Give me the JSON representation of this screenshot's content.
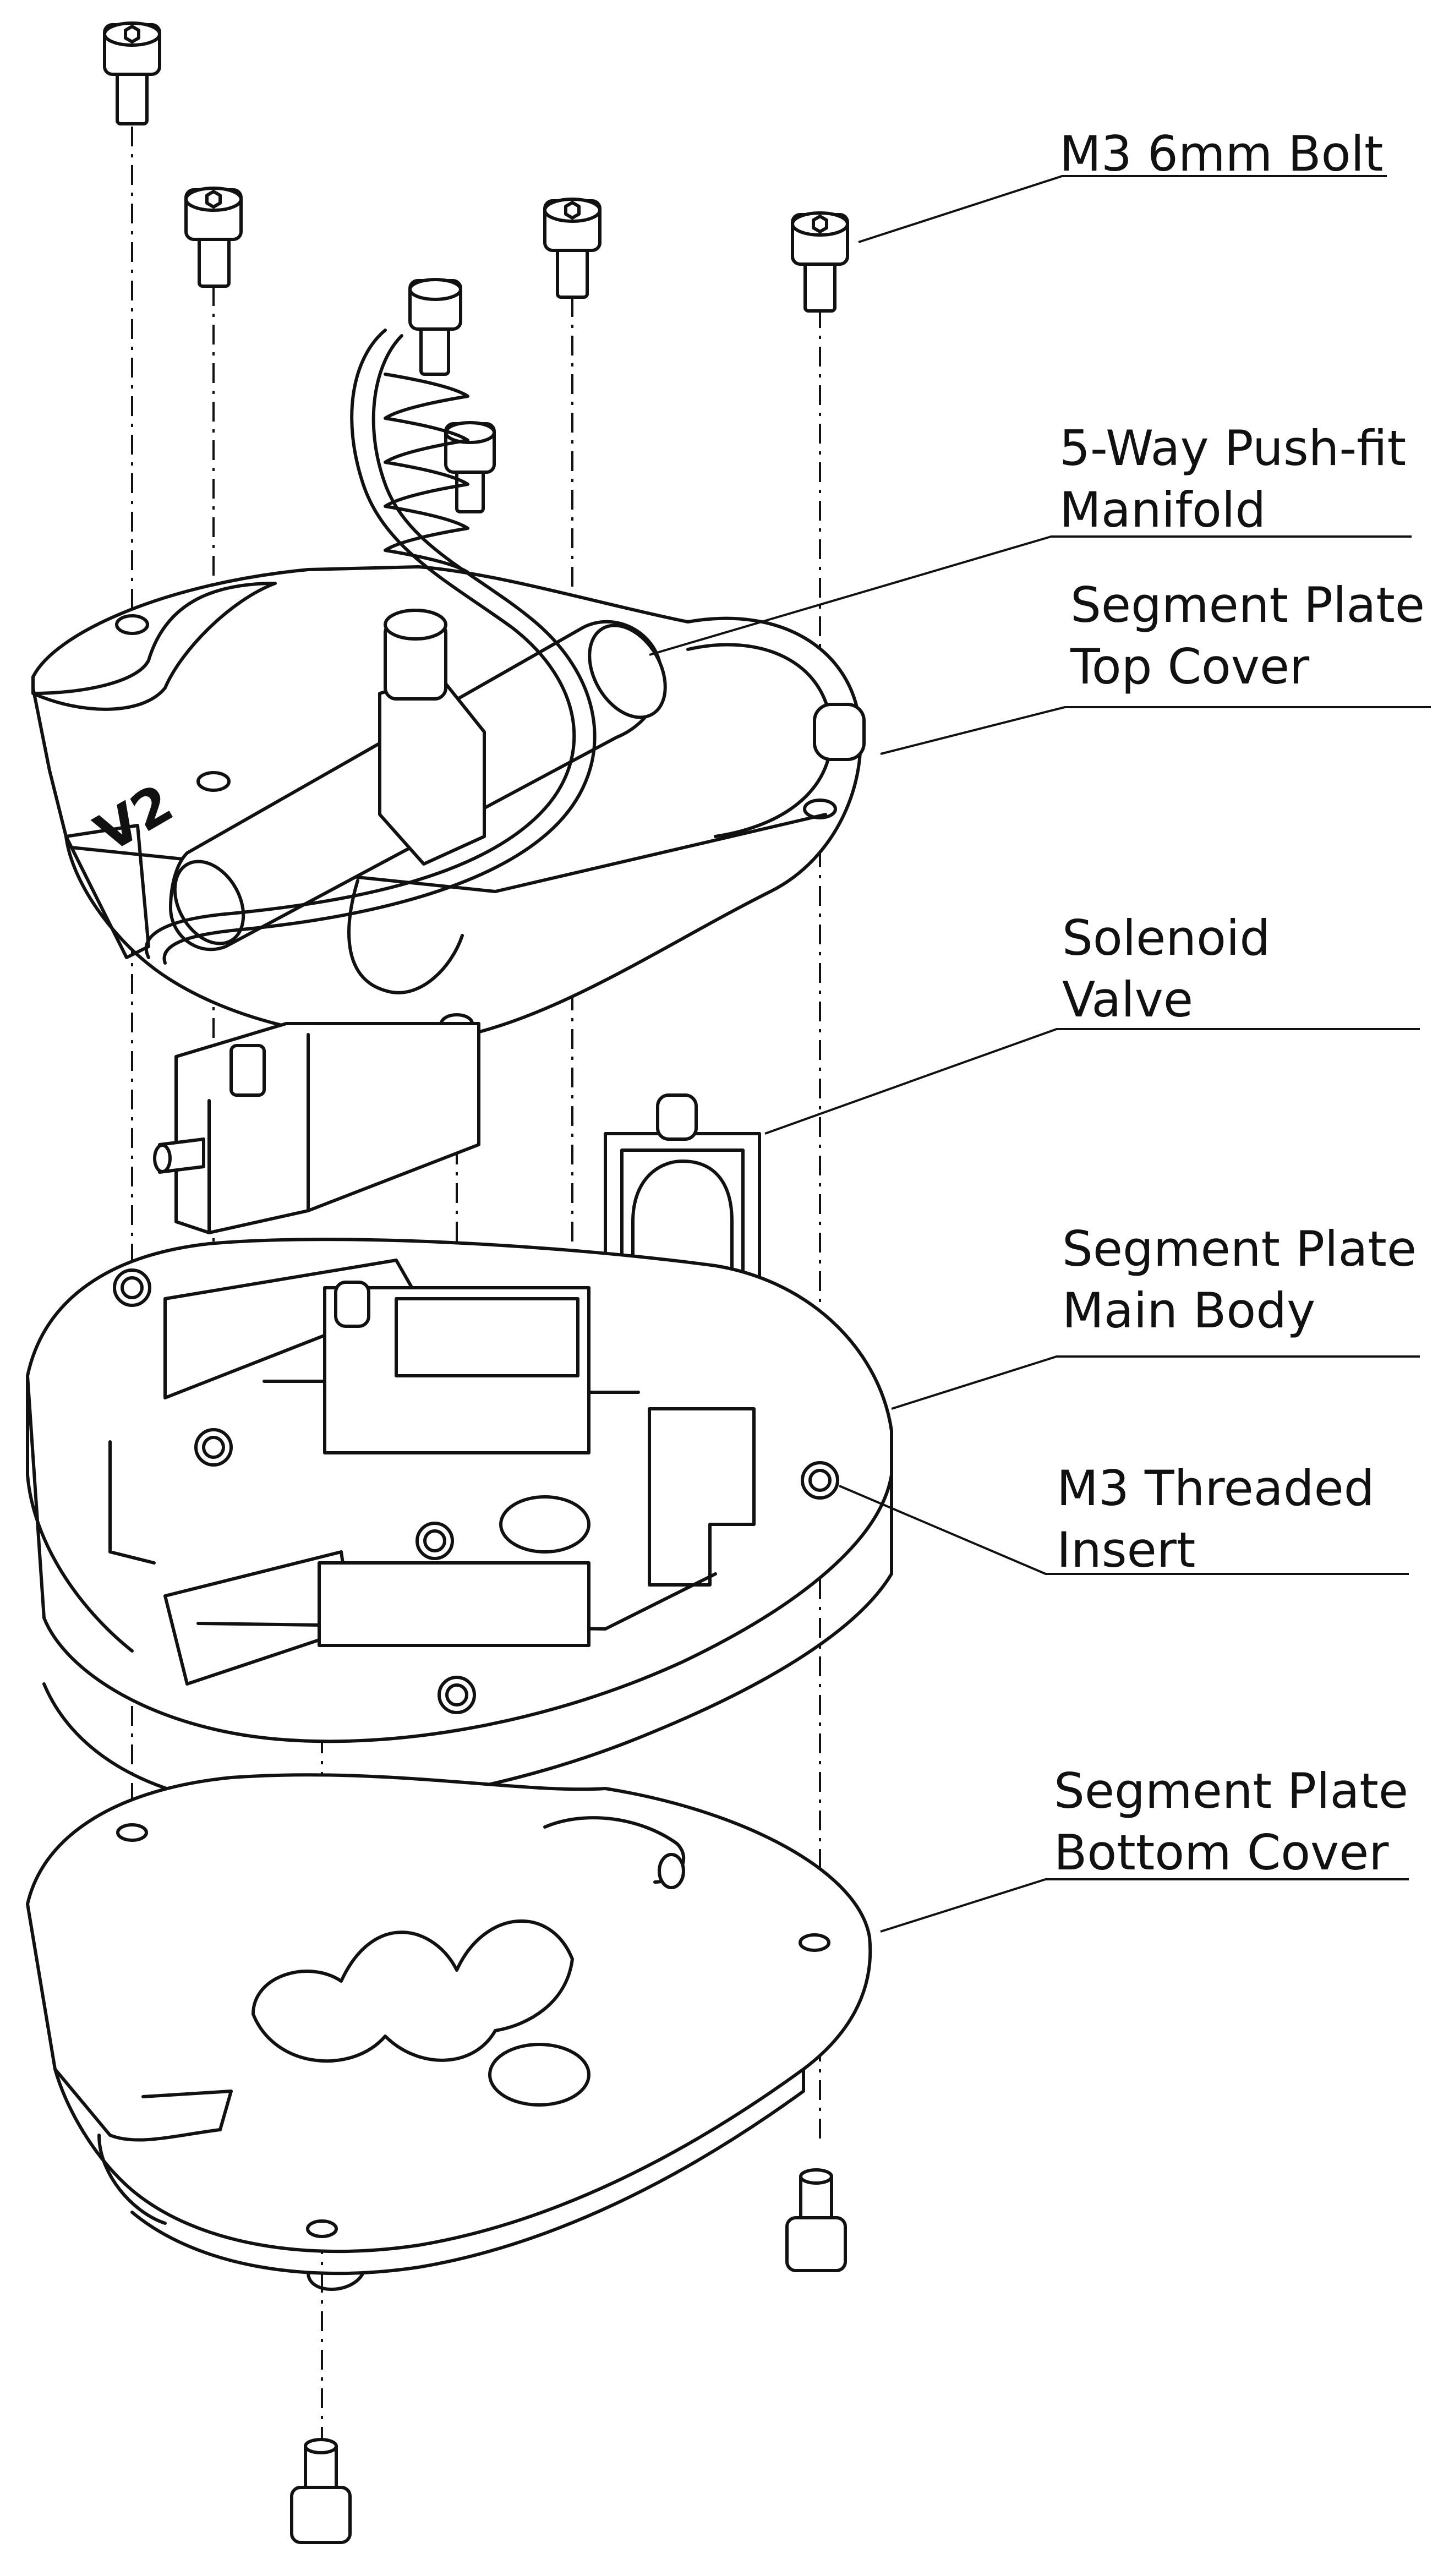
{
  "callouts": [
    {
      "id": "bolt",
      "lines": [
        "M3 6mm Bolt"
      ]
    },
    {
      "id": "manifold",
      "lines": [
        "5-Way Push-fit",
        "Manifold"
      ]
    },
    {
      "id": "top_cover",
      "lines": [
        "Segment Plate",
        "Top Cover"
      ]
    },
    {
      "id": "solenoid",
      "lines": [
        "Solenoid",
        "Valve"
      ]
    },
    {
      "id": "main_body",
      "lines": [
        "Segment Plate",
        "Main Body"
      ]
    },
    {
      "id": "insert",
      "lines": [
        "M3 Threaded",
        "Insert"
      ]
    },
    {
      "id": "bottom_cover",
      "lines": [
        "Segment Plate",
        "Bottom Cover"
      ]
    }
  ],
  "part_marking": "V2",
  "colors": {
    "line": "#111111",
    "background": "#ffffff"
  }
}
